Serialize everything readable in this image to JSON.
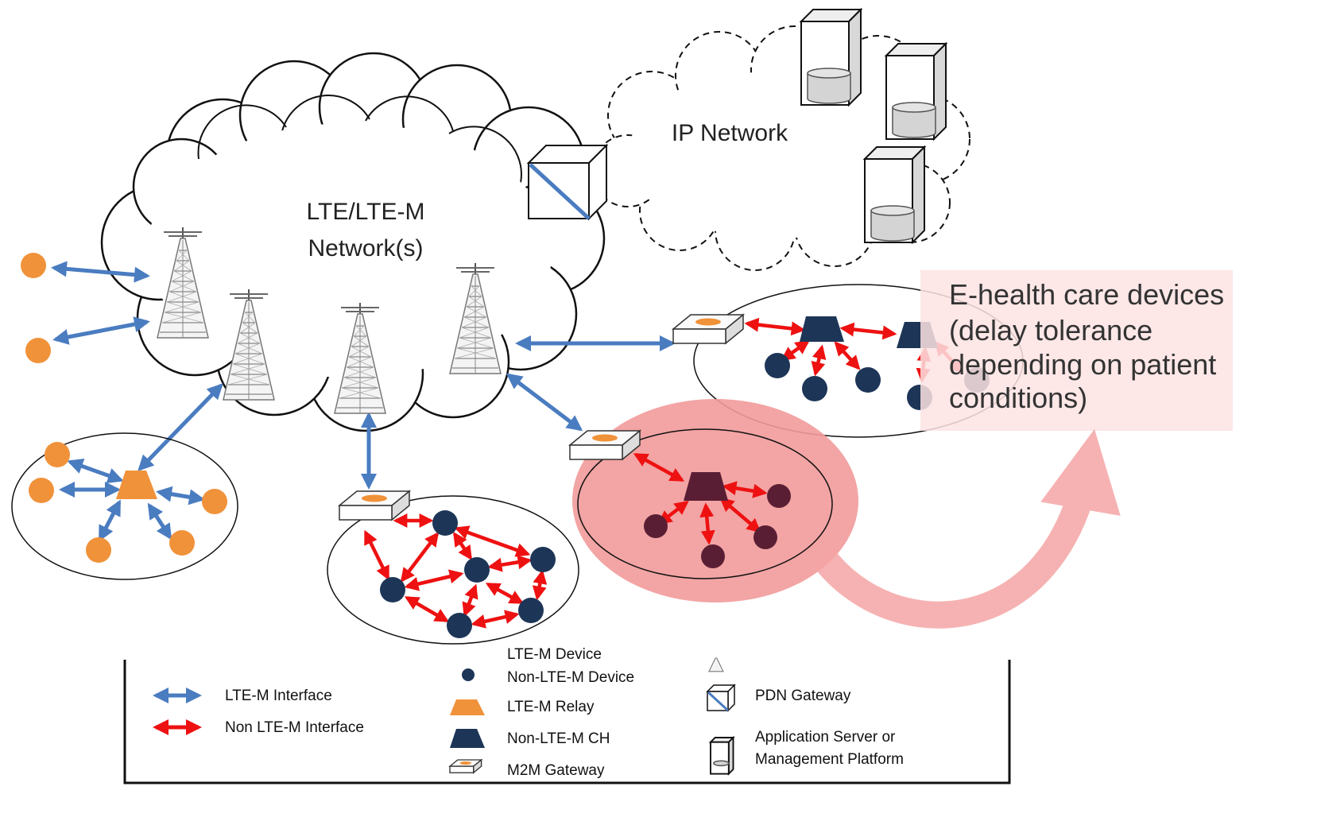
{
  "clouds": {
    "lte_label_line1": "LTE/LTE-M",
    "lte_label_line2": "Network(s)",
    "ip_label": "IP Network"
  },
  "callout": {
    "line1": "E-health care devices",
    "line2": "(delay tolerance",
    "line3": "depending on patient",
    "line4": "conditions)"
  },
  "legend": {
    "lte_m_interface": "LTE-M Interface",
    "non_lte_m_interface": "Non LTE-M Interface",
    "lte_m_device_partial": "LTE-M Device",
    "non_lte_m_device": "Non-LTE-M Device",
    "lte_m_relay": "LTE-M Relay",
    "non_lte_m_ch": "Non-LTE-M CH",
    "m2m_gateway": "M2M Gateway",
    "pdn_gateway": "PDN Gateway",
    "app_server_line1": "Application Server or",
    "app_server_line2": "Management Platform"
  },
  "colors": {
    "lte_m_blue": "#4a7cc0",
    "non_lte_m_red": "#ee1111",
    "lte_m_device_orange": "#f0923a",
    "non_lte_m_device_navy": "#1d3557",
    "highlight_pink": "#f29a9a",
    "callout_bg": "#fde3e3",
    "highlighted_device": "#5a1e34"
  },
  "icons": [
    "tower-icon",
    "pdn-gateway-icon",
    "application-server-icon",
    "m2m-gateway-icon",
    "lte-m-relay-icon",
    "non-lte-m-ch-icon"
  ]
}
